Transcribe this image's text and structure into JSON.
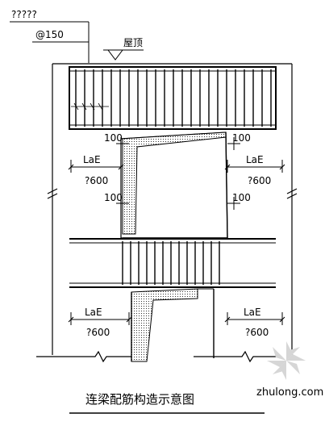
{
  "labels": {
    "top_note": "?????",
    "spacing": "@150",
    "roof": "屋顶",
    "dim_100_tl": "100",
    "dim_100_tr": "100",
    "dim_100_ml": "100",
    "dim_100_mr": "100",
    "lae_tl": "LaE",
    "lae_tr": "LaE",
    "lae_bl": "LaE",
    "lae_br": "LaE",
    "min600_tl": "?600",
    "min600_tr": "?600",
    "min600_bl": "?600",
    "min600_br": "?600"
  },
  "title": "连梁配筋构造示意图",
  "watermark": "zhulong.com"
}
